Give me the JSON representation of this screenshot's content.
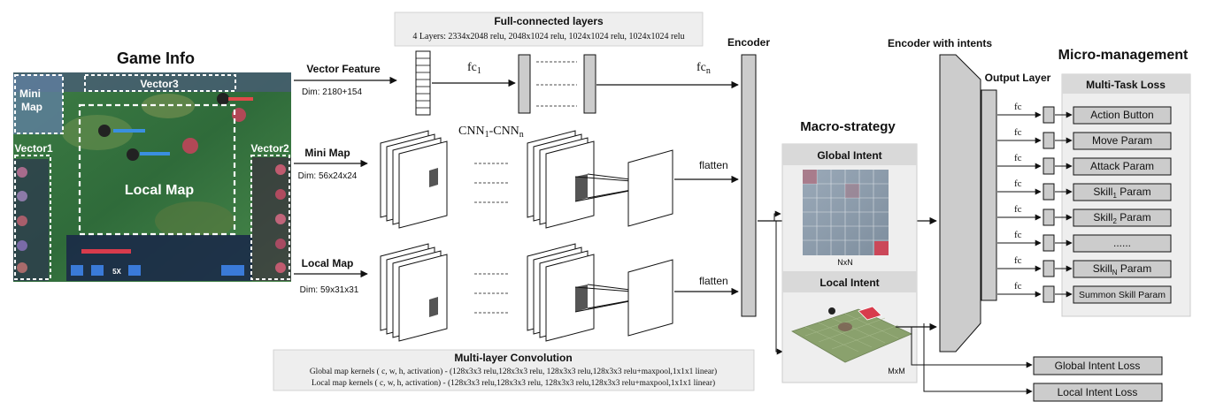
{
  "game_info": {
    "title": "Game Info",
    "screenshot_labels": {
      "mini_map": "Mini\nMap",
      "vector3": "Vector3",
      "vector1": "Vector1",
      "vector2": "Vector2",
      "local_map": "Local Map"
    },
    "hud": {
      "speed": "5X"
    }
  },
  "inputs": {
    "vector_feature": {
      "name": "Vector Feature",
      "dim": "Dim: 2180+154"
    },
    "mini_map": {
      "name": "Mini Map",
      "dim": "Dim: 56x24x24"
    },
    "local_map": {
      "name": "Local Map",
      "dim": "Dim: 59x31x31"
    }
  },
  "fc_layers": {
    "title": "Full-connected layers",
    "subtitle": "4 Layers: 2334x2048 relu, 2048x1024 relu, 1024x1024 relu, 1024x1024 relu",
    "fc1_base": "fc",
    "fc1_sub": "1",
    "fcn_base": "fc",
    "fcn_sub": "n"
  },
  "cnn": {
    "label_a": "CNN",
    "label_a_sub": "1",
    "label_sep": "-CNN",
    "label_b_sub": "n",
    "flatten_top": "flatten",
    "flatten_bottom": "flatten"
  },
  "conv": {
    "title": "Multi-layer Convolution",
    "line1": "Global map kernels ( c, w, h, activation) - (128x3x3 relu,128x3x3 relu, 128x3x3 relu,128x3x3 relu+maxpool,1x1x1 linear)",
    "line2": "Local map kernels ( c, w, h, activation) - (128x3x3 relu,128x3x3 relu, 128x3x3 relu,128x3x3 relu+maxpool,1x1x1 linear)"
  },
  "encoder": {
    "label": "Encoder"
  },
  "encoder_intents": {
    "label": "Encoder with intents"
  },
  "output_layer": {
    "label": "Output Layer"
  },
  "macro": {
    "title": "Macro-strategy",
    "global_intent": "Global Intent",
    "global_dim": "NxN",
    "local_intent": "Local Intent",
    "local_dim": "MxM"
  },
  "micro": {
    "title": "Micro-management",
    "loss_title": "Multi-Task Loss",
    "fc_label": "fc",
    "heads": [
      {
        "label": "Action Button"
      },
      {
        "label": "Move Param"
      },
      {
        "label": "Attack Param"
      },
      {
        "label": "Skill",
        "sub": "1",
        "suffix": " Param"
      },
      {
        "label": "Skill",
        "sub": "2",
        "suffix": " Param"
      },
      {
        "label": "......"
      },
      {
        "label": "Skill",
        "sub": "N",
        "suffix": " Param"
      },
      {
        "label": "Summon Skill Param"
      }
    ]
  },
  "losses": {
    "global": "Global Intent Loss",
    "local": "Local Intent Loss"
  },
  "colors": {
    "layer_fill": "#cccccc",
    "panel_fill": "#eeeeee",
    "box_fill": "#ffffff",
    "game_green": "#2f6b3a",
    "hud_dark": "#1b2a48",
    "accent_red": "#d83b4c",
    "dash_white": "#ffffff"
  }
}
